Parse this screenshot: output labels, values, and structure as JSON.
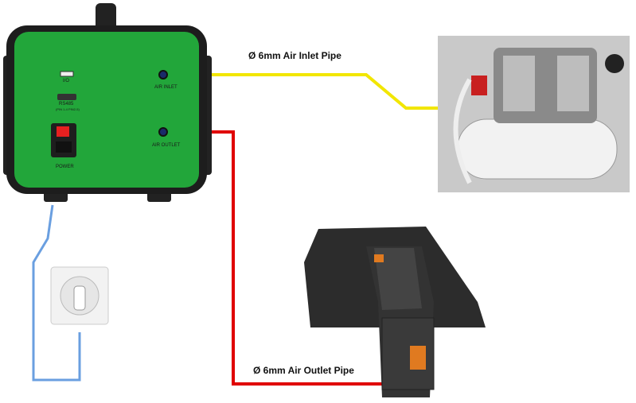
{
  "labels": {
    "inlet_pipe": "Ø 6mm Air Inlet Pipe",
    "outlet_pipe": "Ø 6mm Air Outlet Pipe"
  },
  "device": {
    "io": "I/O",
    "rs485": "RS485",
    "rs485_sub": "(PIN 1-4 PIN2-5)",
    "power": "POWER",
    "air_inlet": "AIR INLET",
    "air_outlet": "AIR OUTLET"
  },
  "colors": {
    "device_green": "#22a63a",
    "inlet_pipe": "#f2e600",
    "outlet_pipe": "#e00000",
    "power_cable": "#6a9fe0"
  }
}
